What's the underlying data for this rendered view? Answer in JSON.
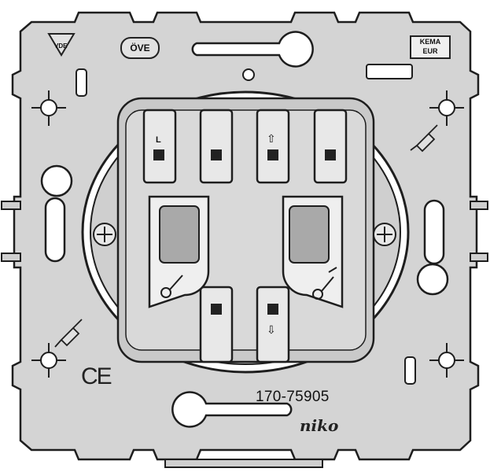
{
  "product": {
    "part_number": "170-75905",
    "brand": "niko"
  },
  "certifications": {
    "vde": "VDE",
    "ove": "ÖVE",
    "kema_line1": "KEMA",
    "kema_line2": "EUR",
    "ce": "CE"
  },
  "terminals": {
    "live_label": "L",
    "up_arrow": "⇧",
    "down_arrow": "⇩"
  },
  "icons": {
    "screwdriver_top_right": "screwdriver-icon",
    "screwdriver_bottom_left": "screwdriver-icon",
    "switch_symbol_left": "switch-symbol-icon",
    "switch_symbol_right": "two-way-switch-symbol-icon"
  },
  "colors": {
    "plate": "#d4d4d4",
    "outline": "#1e1e1e",
    "dark_slot": "#222222",
    "window": "#a9a9a9"
  }
}
